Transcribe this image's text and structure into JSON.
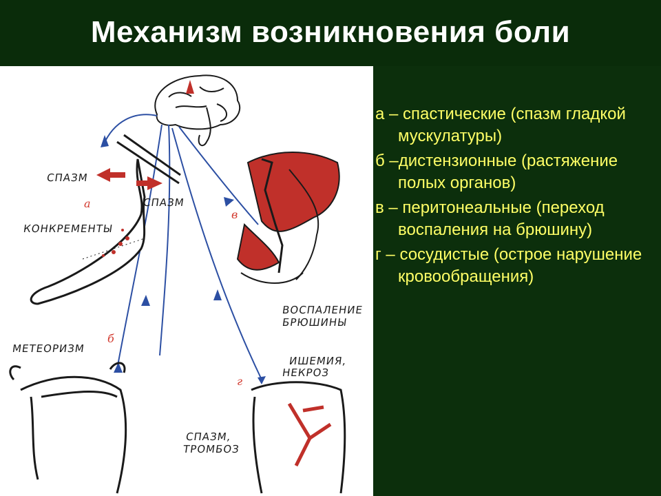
{
  "slide": {
    "title": "Механизм возникновения боли"
  },
  "figure": {
    "labels": {
      "spasm_left": "СПАЗМ",
      "spasm_center": "СПАЗМ",
      "concrements": "КОНКРЕМЕНТЫ",
      "meteorism": "МЕТЕОРИЗМ",
      "peritoneal_inflammation_line1": "ВОСПАЛЕНИЕ",
      "peritoneal_inflammation_line2": "БРЮШИНЫ",
      "ischemia": "ИШЕМИЯ,",
      "necrosis": "НЕКРОЗ",
      "spasm_bottom": "СПАЗМ,",
      "thrombosis": "ТРОМБОЗ"
    },
    "letters": {
      "a": "а",
      "b": "б",
      "v": "в",
      "g": "г"
    },
    "colors": {
      "arrow_blue": "#2c4fa3",
      "tissue_red": "#c0302a",
      "outline": "#1a1a1a"
    }
  },
  "legend": {
    "items": [
      "а – спастические (спазм гладкой мускулатуры)",
      "б –дистензионные (растяжение полых органов)",
      "в – перитонеальные (переход воспаления на брюшину)",
      "г – сосудистые (острое нарушение кровообращения)"
    ],
    "color": "#ffff66"
  }
}
